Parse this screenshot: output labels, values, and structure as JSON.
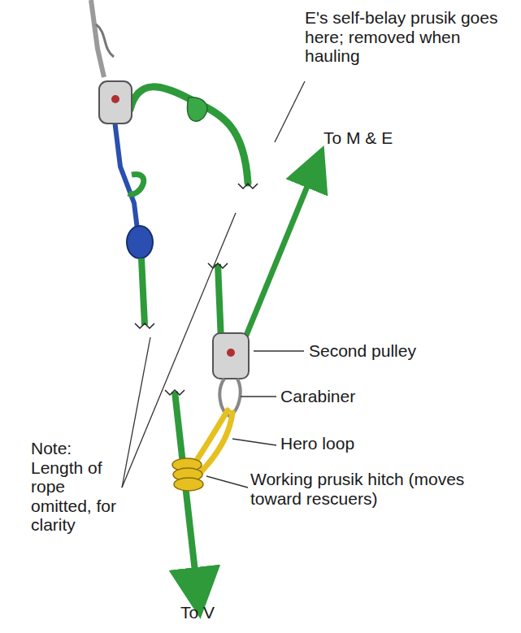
{
  "diagram": {
    "labels": [
      "E's self-belay prusik goes here; removed when hauling",
      "To M & E",
      "Second pulley",
      "Carabiner",
      "Hero loop",
      "Working prusik hitch (moves toward rescuers)",
      "Note: Length of rope omitted, for clarity",
      "To V"
    ]
  }
}
